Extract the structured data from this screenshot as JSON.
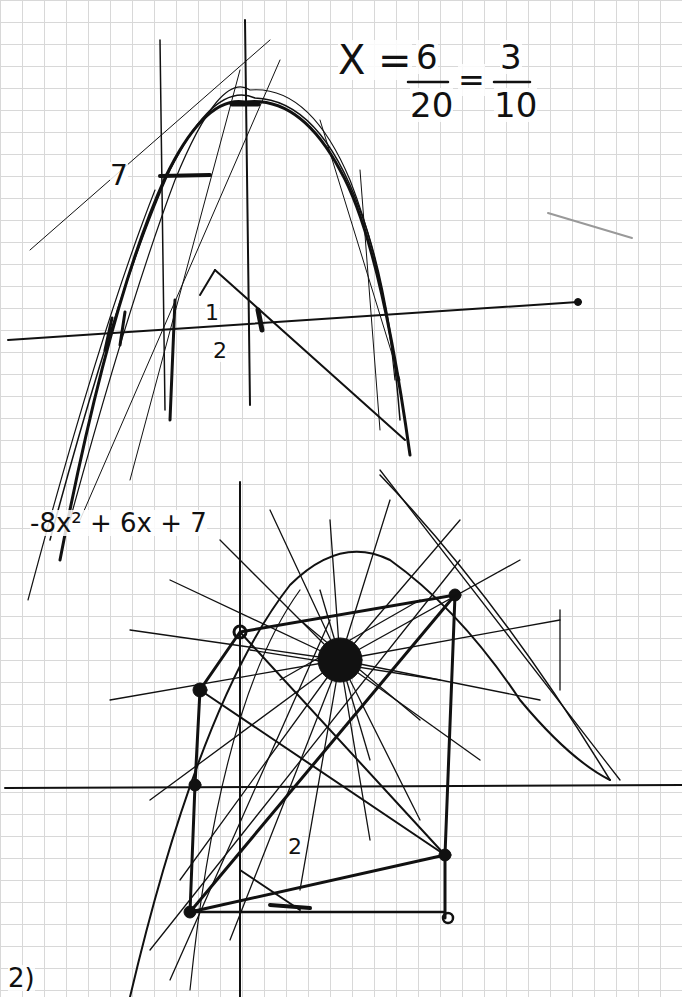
{
  "diagram": {
    "labels": [
      "X =",
      "6",
      "20",
      "=",
      "3",
      "10",
      "7",
      "1",
      "2",
      "-8x² + 6x + 7",
      "2",
      "2)"
    ]
  }
}
